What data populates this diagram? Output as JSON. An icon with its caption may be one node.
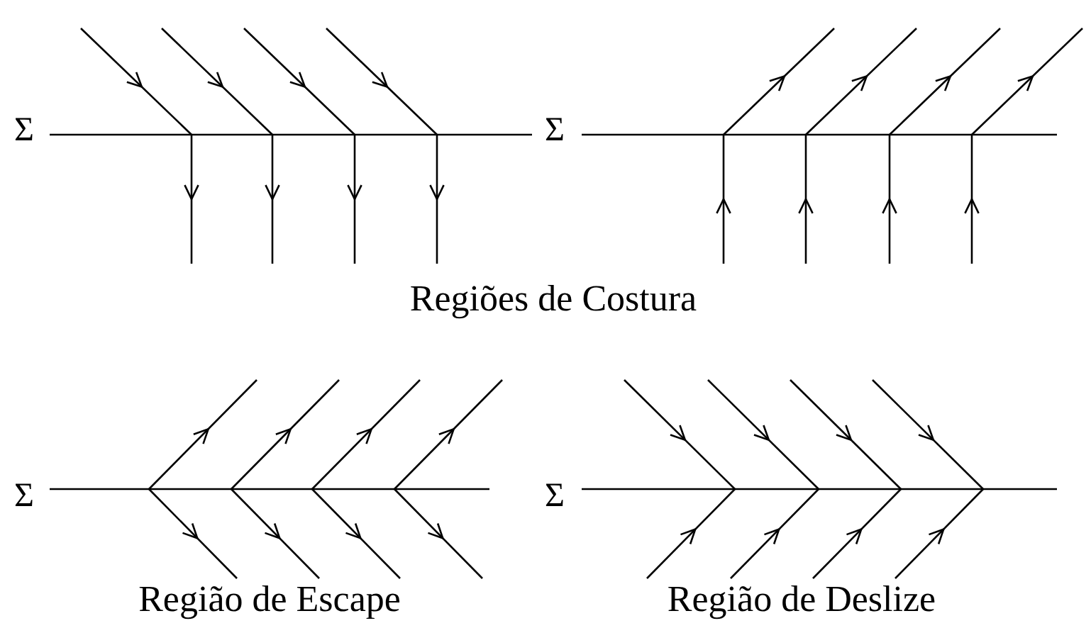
{
  "diagram": {
    "labels": [
      "Σ",
      "Σ",
      "Regiões de Costura",
      "Σ",
      "Região de Escape",
      "Σ",
      "Região de Deslize"
    ]
  }
}
